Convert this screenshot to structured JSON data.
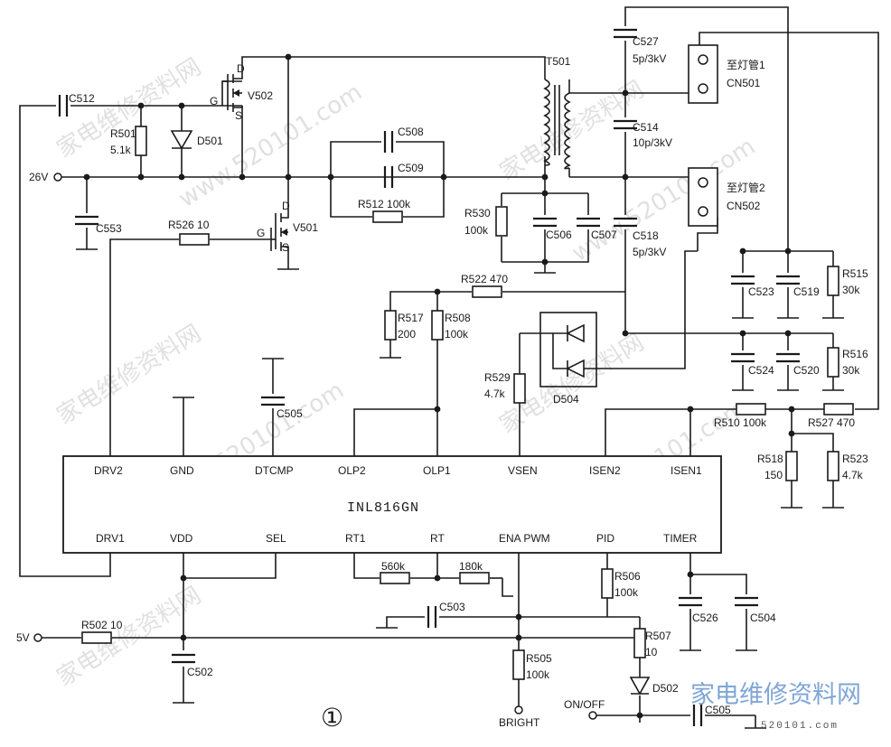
{
  "watermark": {
    "site_cn": "家电维修资料网",
    "site_url": "www.520101.com"
  },
  "logo": {
    "text": "家电维修资料网",
    "sub": "520101.com",
    "color": "#7fa6d6"
  },
  "figure_number": "①",
  "ic": {
    "name": "INL816GN",
    "top_pins": [
      "DRV2",
      "GND",
      "DTCMP",
      "OLP2",
      "OLP1",
      "VSEN",
      "ISEN2",
      "ISEN1"
    ],
    "bottom_pins": [
      "DRV1",
      "VDD",
      "SEL",
      "RT1",
      "RT",
      "ENA PWM",
      "PID",
      "TIMER"
    ]
  },
  "nets": {
    "v26": "26V",
    "v5": "5V",
    "bright": "BRIGHT",
    "onoff": "ON/OFF"
  },
  "transformer": {
    "name": "T501"
  },
  "connectors": [
    {
      "name": "CN501",
      "title": "至灯管1"
    },
    {
      "name": "CN502",
      "title": "至灯管2"
    }
  ],
  "mosfets": {
    "v502": {
      "name": "V502",
      "d": "D",
      "g": "G",
      "s": "S"
    },
    "v501": {
      "name": "V501",
      "d": "D",
      "g": "G",
      "s": "S"
    }
  },
  "diodes": {
    "d501": "D501",
    "d504": "D504",
    "d502": "D502"
  },
  "resistors": {
    "r501": "R501",
    "r501v": "5.1k",
    "r526": "R526  10",
    "r512": "R512  100k",
    "r530": "R530",
    "r530v": "100k",
    "r522": "R522  470",
    "r517": "R517",
    "r517v": "200",
    "r508": "R508",
    "r508v": "100k",
    "r529": "R529",
    "r529v": "4.7k",
    "r515": "R515",
    "r515v": "30k",
    "r516": "R516",
    "r516v": "30k",
    "r510": "R510  100k",
    "r527": "R527  470",
    "r518": "R518",
    "r518v": "150",
    "r523": "R523",
    "r523v": "4.7k",
    "rt1v": "560k",
    "rtv": "180k",
    "r506": "R506",
    "r506v": "100k",
    "r507": "R507",
    "r507v": "10",
    "r505": "R505",
    "r505v": "100k",
    "r502": "R502  10"
  },
  "capacitors": {
    "c512": "C512",
    "c553": "C553",
    "c508": "C508",
    "c509": "C509",
    "c527": "C527",
    "c527v": "5p/3kV",
    "c514": "C514",
    "c514v": "10p/3kV",
    "c518": "C518",
    "c518v": "5p/3kV",
    "c506": "C506",
    "c507": "C507",
    "c523": "C523",
    "c519": "C519",
    "c524": "C524",
    "c520": "C520",
    "c505a": "C505",
    "c503": "C503",
    "c526": "C526",
    "c504": "C504",
    "c502": "C502",
    "c505b": "C505"
  }
}
